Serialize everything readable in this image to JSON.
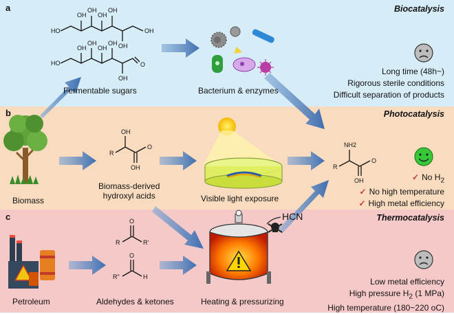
{
  "colors": {
    "biocatalysis_bg": "#d6ecf7",
    "photocatalysis_bg": "#f9dcc0",
    "thermocatalysis_bg": "#f6c9c9",
    "arrow": "#4f81bd",
    "happy_face": "#37c837",
    "sad_face": "#bdbdbd",
    "check": "#c0392b"
  },
  "panels": {
    "a": {
      "letter": "a",
      "title": "Biocatalysis",
      "labels": {
        "sugars": "Fermentable sugars",
        "bacteria": "Bacterium & enzymes"
      },
      "notes": [
        "Long time (48h~)",
        "Rigorous sterile conditions",
        "Difficult separation of products"
      ],
      "face": "sad-face-icon"
    },
    "b": {
      "letter": "b",
      "title": "Photocatalysis",
      "labels": {
        "biomass": "Biomass",
        "acids_line1": "Biomass-derived",
        "acids_line2": "hydroxyl acids",
        "light": "Visible light exposure"
      },
      "notes": [
        "No high temperature",
        "High metal efficiency"
      ],
      "face": "happy-face-icon",
      "check_mark": "✓"
    },
    "c": {
      "letter": "c",
      "title": "Thermocatalysis",
      "labels": {
        "petroleum": "Petroleum",
        "aldehydes": "Aldehydes & ketones",
        "heating": "Heating & pressurizing",
        "hcn": "HCN"
      },
      "notes": [
        "Low metal efficiency",
        "High temperature (180~220 oC)"
      ],
      "face": "sad-face-icon"
    }
  },
  "molecules": {
    "oh": "OH",
    "ho": "HO",
    "o": "O",
    "h": "H",
    "nh2": "NH2",
    "r": "R",
    "r_prime": "R'",
    "r_double_prime": "R\""
  }
}
